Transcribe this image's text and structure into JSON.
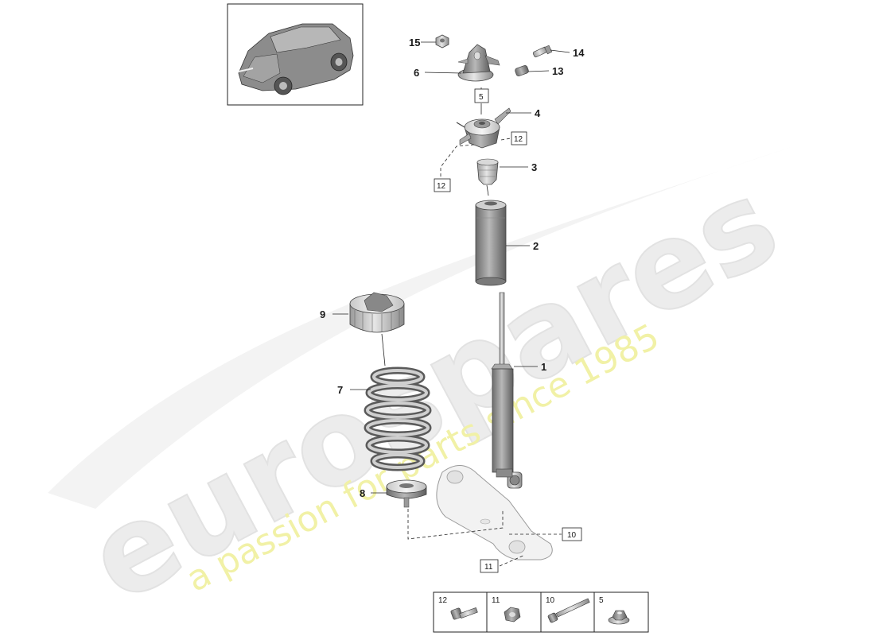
{
  "watermark": {
    "brand": "eurospares",
    "slogan": "a passion for parts since 1985"
  },
  "callouts": [
    {
      "id": "15",
      "label": "15"
    },
    {
      "id": "6",
      "label": "6"
    },
    {
      "id": "14",
      "label": "14"
    },
    {
      "id": "13",
      "label": "13"
    },
    {
      "id": "4",
      "label": "4"
    },
    {
      "id": "3",
      "label": "3"
    },
    {
      "id": "2",
      "label": "2"
    },
    {
      "id": "9",
      "label": "9"
    },
    {
      "id": "1",
      "label": "1"
    },
    {
      "id": "7",
      "label": "7"
    },
    {
      "id": "8",
      "label": "8"
    }
  ],
  "boxed_refs": [
    {
      "id": "5",
      "label": "5"
    },
    {
      "id": "12a",
      "label": "12"
    },
    {
      "id": "12b",
      "label": "12"
    },
    {
      "id": "10",
      "label": "10"
    },
    {
      "id": "11",
      "label": "11"
    }
  ],
  "fastener_legend": [
    {
      "label": "12",
      "icon": "bolt-icon"
    },
    {
      "label": "11",
      "icon": "nut-icon"
    },
    {
      "label": "10",
      "icon": "long-bolt-icon"
    },
    {
      "label": "5",
      "icon": "flange-nut-icon"
    }
  ]
}
